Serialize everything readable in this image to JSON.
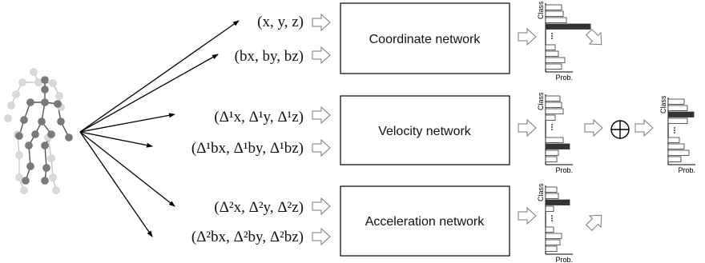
{
  "inputs": {
    "coord": [
      "(x, y, z)",
      "(bx, by, bz)"
    ],
    "vel": [
      "(Δ¹x, Δ¹y, Δ¹z)",
      "(Δ¹bx, Δ¹by, Δ¹bz)"
    ],
    "acc": [
      "(Δ²x, Δ²y, Δ²z)",
      "(Δ²bx, Δ²by, Δ²bz)"
    ]
  },
  "networks": {
    "coord": "Coordinate network",
    "vel": "Velocity network",
    "acc": "Acceleration network"
  },
  "axis": {
    "class": "Class",
    "prob": "Prob."
  },
  "fusion_symbol": "⊕",
  "colors": {
    "joint_dark": "#7a7a7a",
    "joint_light": "#d9d9d9",
    "bar_dark": "#333333"
  }
}
